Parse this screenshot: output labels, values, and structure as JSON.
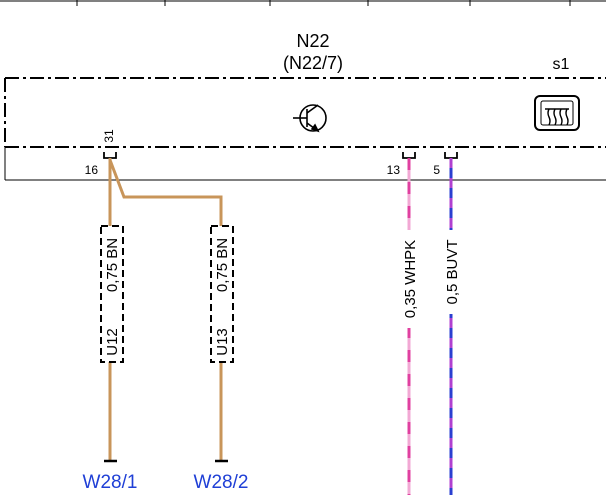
{
  "component": {
    "name": "N22",
    "sub_name": "(N22/7)",
    "switch_label": "s1"
  },
  "pins": {
    "p31": "31",
    "p16": "16",
    "p13": "13",
    "p5": "5"
  },
  "wires": {
    "left_1": {
      "spec": "0,75 BN",
      "code": "U12",
      "color": "#c8955a"
    },
    "left_2": {
      "spec": "0,75 BN",
      "code": "U13",
      "color": "#c8955a"
    },
    "mid": {
      "spec": "0,35 WHPK",
      "color_a": "#e040a0",
      "color_b": "#ffffff"
    },
    "right": {
      "spec": "0,5 BUVT",
      "color_a": "#2a3fd0",
      "color_b": "#b040d0"
    }
  },
  "connectors": {
    "w28_1": "W28/1",
    "w28_2": "W28/2"
  },
  "icons": [
    "transistor-icon",
    "rear-defrost-switch-icon"
  ]
}
